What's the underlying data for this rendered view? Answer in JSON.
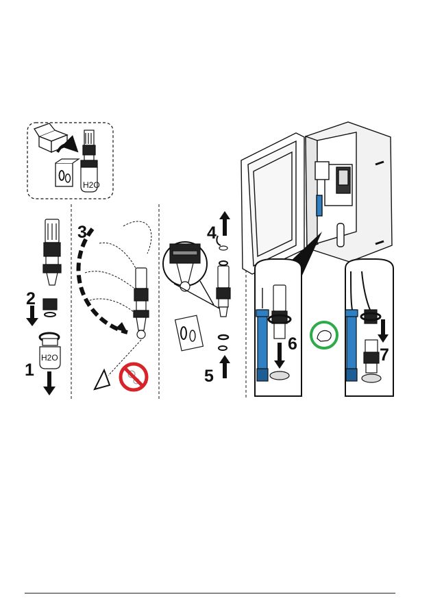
{
  "labels": {
    "h2o_bottle": "H2O",
    "h2o_cap": "H2O"
  },
  "steps": [
    "1",
    "2",
    "3",
    "4",
    "5",
    "6",
    "7"
  ],
  "colors": {
    "sensor_blue": "#2f80c3",
    "ok_green": "#2eaa4a",
    "no_red": "#d8232a",
    "line": "#111111"
  },
  "icons": [
    "box-icon",
    "water-bottle-icon",
    "oring-packet-icon",
    "no-bubbles-icon",
    "angle-icon",
    "hand-tighten-icon",
    "analyzer-enclosure-icon"
  ]
}
